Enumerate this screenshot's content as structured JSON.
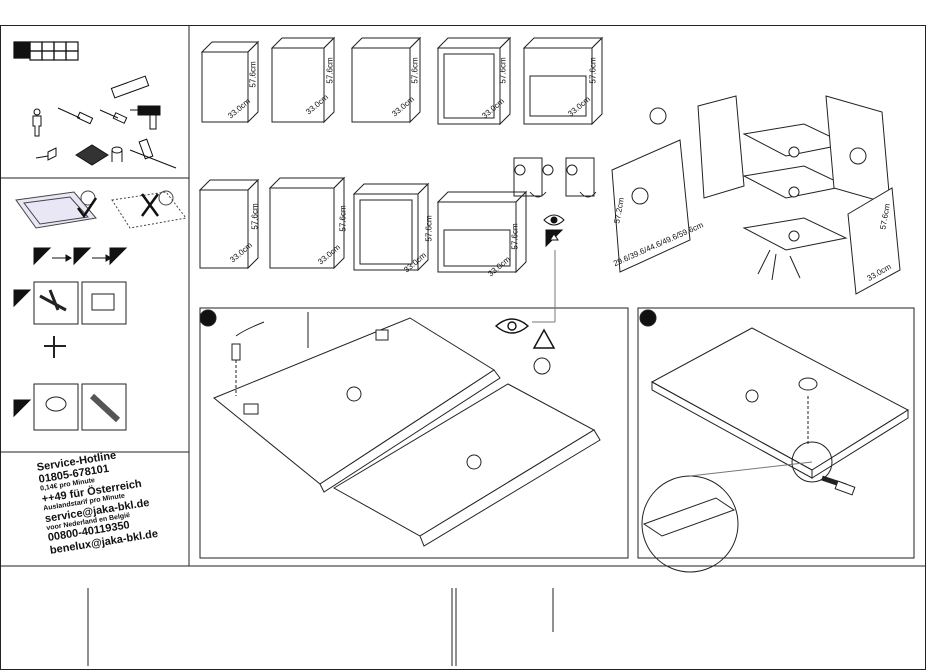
{
  "cabinets_row1": [
    {
      "height": "57.6cm",
      "depth": "33.0cm"
    },
    {
      "height": "57.6cm",
      "depth": "33.0cm"
    },
    {
      "height": "57.6cm",
      "depth": "33.0cm"
    },
    {
      "height": "57.6cm",
      "depth": "33.0cm"
    },
    {
      "height": "57.6cm",
      "depth": "33.0cm"
    }
  ],
  "cabinets_row2": [
    {
      "height": "57.6cm",
      "depth": "33.0cm"
    },
    {
      "height": "57.6cm",
      "depth": "33.0cm"
    },
    {
      "height": "57.6cm",
      "depth": "33.0cm"
    },
    {
      "height": "57.6cm",
      "depth": "33.0cm"
    }
  ],
  "exploded": {
    "back_height": "57.2cm",
    "widths": "29.6/39.6/44.6/49.6/59.6cm",
    "side_height": "57.6cm",
    "side_depth": "33.0cm"
  },
  "service": {
    "hotline_label": "Service-Hotline",
    "phone_de": "01805-678101",
    "price_de": "0,14€ pro Minute",
    "phone_at": "++49 für Österreich",
    "price_at": "Auslandstarif pro Minute",
    "email": "service@jaka-bkl.de",
    "benelux_label": "voor Nederland en België",
    "phone_benelux": "00800-40119350",
    "email_benelux": "benelux@jaka-bkl.de"
  }
}
